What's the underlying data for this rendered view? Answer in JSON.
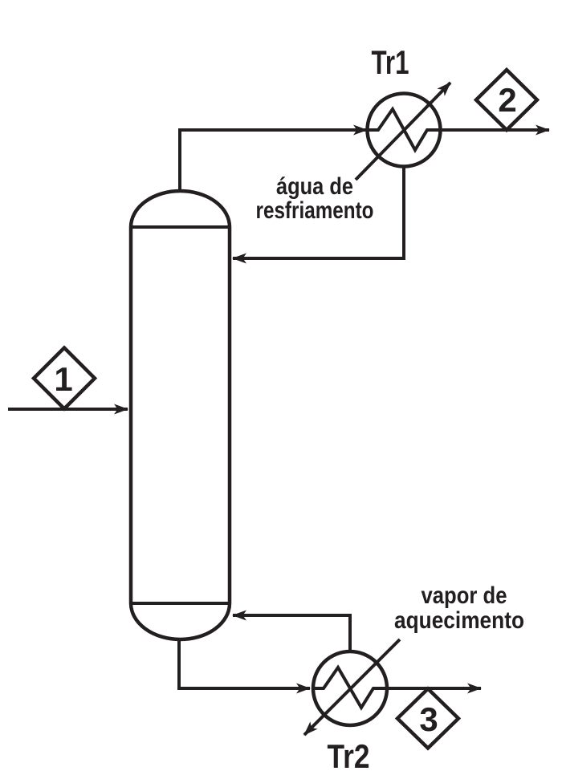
{
  "colors": {
    "ink": "#231f20",
    "background": "#ffffff"
  },
  "exchangers": {
    "tr1": {
      "label": "Tr1"
    },
    "tr2": {
      "label": "Tr2"
    }
  },
  "streams": {
    "feed": {
      "label": "1"
    },
    "overhead": {
      "label": "2"
    },
    "bottoms": {
      "label": "3"
    }
  },
  "annotations": {
    "cooling_water": {
      "line1": "água de",
      "line2": "resfriamento"
    },
    "heating_steam": {
      "line1": "vapor de",
      "line2": "aquecimento"
    }
  }
}
